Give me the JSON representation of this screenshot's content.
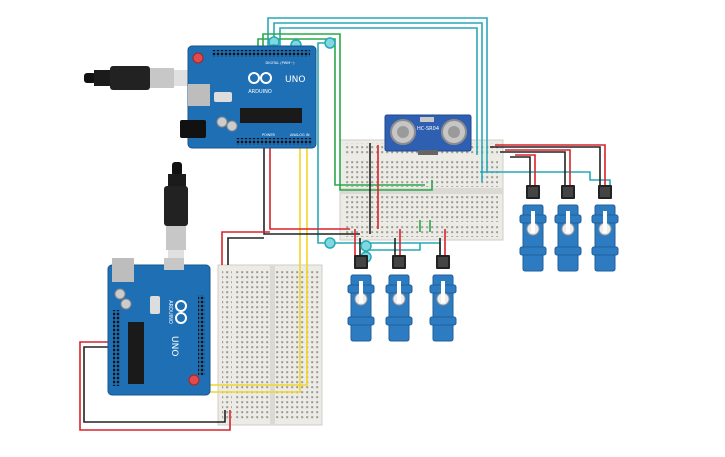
{
  "boards": {
    "top": {
      "brand": "ARDUINO",
      "model": "UNO",
      "digital": "DIGITAL (PWM~)",
      "power": "POWER",
      "analog": "ANALOG IN"
    },
    "bottom": {
      "brand": "ARDUINO",
      "model": "UNO"
    }
  },
  "sensor": {
    "label": "HC-SR04"
  },
  "colors": {
    "board": "#1f6fb5",
    "board_dark": "#17558c",
    "breadboard": "#ecebe6",
    "servo": "#2d7cc1",
    "wire_red": "#d8232a",
    "wire_black": "#222222",
    "wire_green": "#2aa84a",
    "wire_teal": "#29a9b6",
    "wire_yellow": "#f1d52a"
  },
  "icons": [
    "usb-cable-icon",
    "power-plug-icon",
    "arduino-logo-icon"
  ]
}
